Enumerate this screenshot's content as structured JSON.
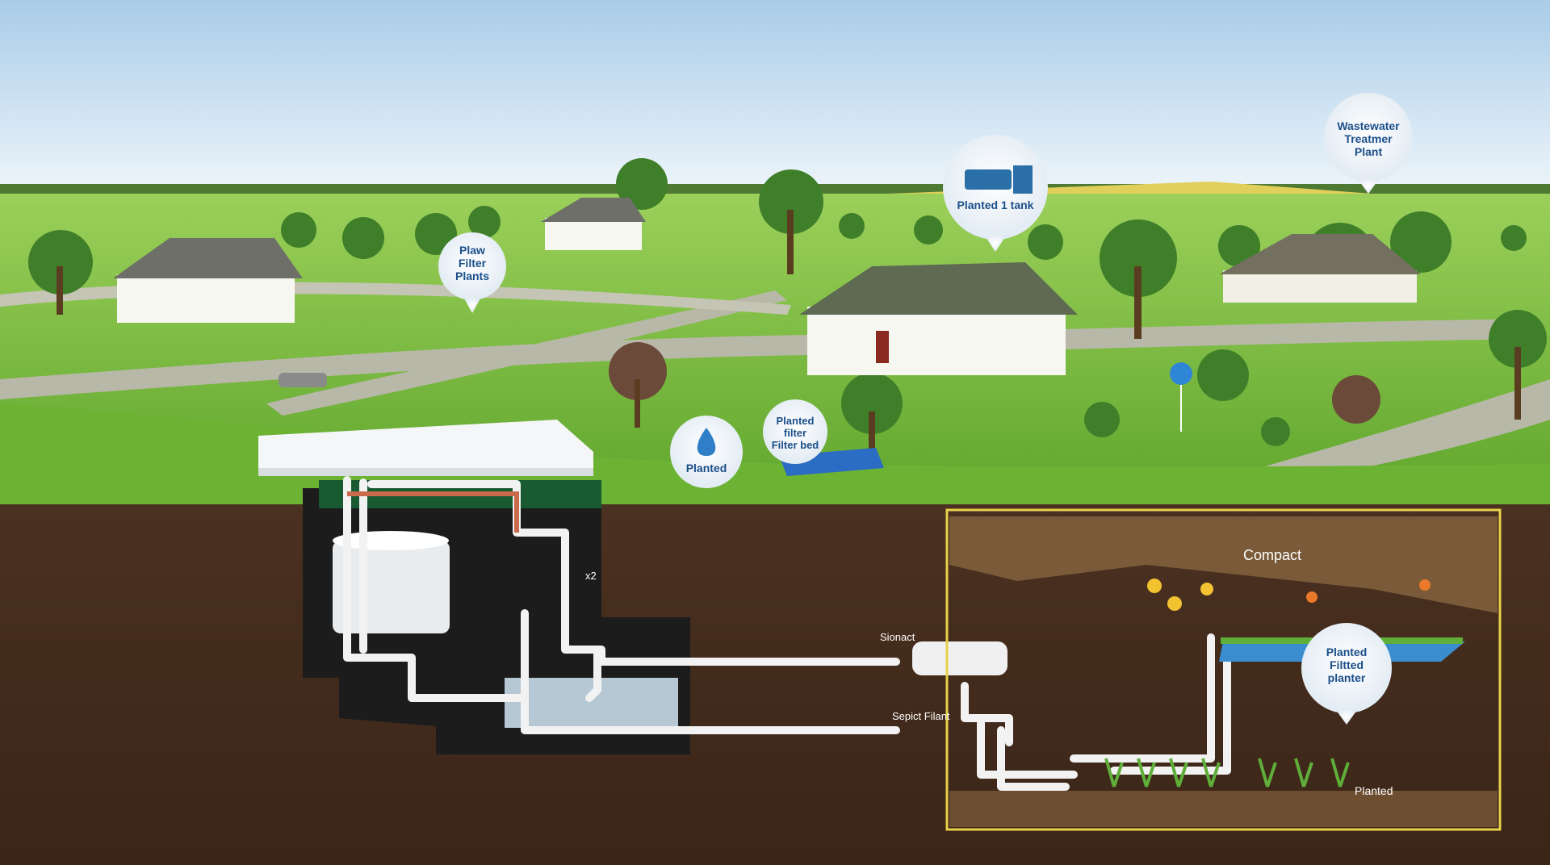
{
  "labels": {
    "wastewater_plant": "Wastewater\nTreatmer\nPlant",
    "planted_tank": "Planted 1 tank",
    "plaw_filter": "Plaw\nFilter\nPlants",
    "planted_filter_bed": "Planted\nfilter\nFilter bed",
    "planted_drop": "Planted",
    "compact": "Compact",
    "planted_filtted": "Planted\nFiltted\nplanter",
    "planted_bottom": "Planted",
    "sionact": "Sionact",
    "sepict_filant": "Sepict Filant",
    "x2": "x2"
  },
  "colors": {
    "sky_top": "#bcd8ee",
    "grass": "#7cc043",
    "soil": "#4a3020",
    "pipe": "#f2f2f2",
    "highlight_box": "#e8d24a",
    "bubble_text": "#1b4f8a"
  }
}
